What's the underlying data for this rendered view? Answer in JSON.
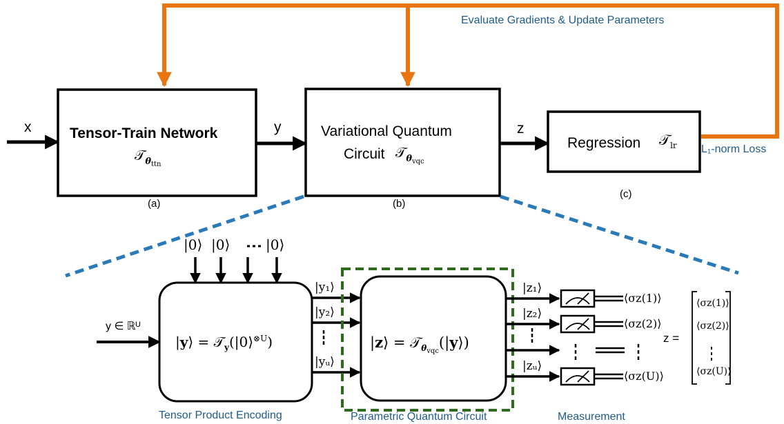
{
  "feedback": {
    "label": "Evaluate Gradients & Update Parameters",
    "loss_label": "L₁-norm Loss",
    "color": "#e8750f",
    "label_color": "#1f5c8b"
  },
  "blocks": {
    "ttn": {
      "title": "Tensor-Train Network",
      "math": "𝒯θttn",
      "caption": "(a)"
    },
    "vqc": {
      "title_line1": "Variational Quantum",
      "title_line2": "Circuit",
      "math": "𝒯θvqc",
      "caption": "(b)"
    },
    "reg": {
      "title": "Regression",
      "math": "𝒯lr",
      "caption": "(c)"
    }
  },
  "signals": {
    "x": "x",
    "y": "y",
    "z": "z"
  },
  "detail": {
    "input_label": "y ∈ ℝᵁ",
    "init_states": [
      "|0⟩",
      "|0⟩",
      "|0⟩"
    ],
    "encoding_formula": "|y⟩ = 𝒯y(|0⟩⊗U)",
    "encoded_kets": [
      "|y₁⟩",
      "|y₂⟩",
      "|yᵤ⟩"
    ],
    "pqc_formula": "|z⟩ = 𝒯θvqc(|y⟩)",
    "output_kets": [
      "|z₁⟩",
      "|z₂⟩",
      "|zᵤ⟩"
    ],
    "expectations": [
      "⟨σz(1)⟩",
      "⟨σz(2)⟩",
      "⟨σz(U)⟩"
    ],
    "z_vector_label": "z =",
    "sections": {
      "encoding": "Tensor Product Encoding",
      "pqc": "Parametric Quantum Circuit",
      "measurement": "Measurement"
    },
    "colors": {
      "zoom_lines": "#2a7ab9",
      "pqc_border": "#2e6b1e",
      "caption_blue": "#1f5c8b"
    }
  }
}
